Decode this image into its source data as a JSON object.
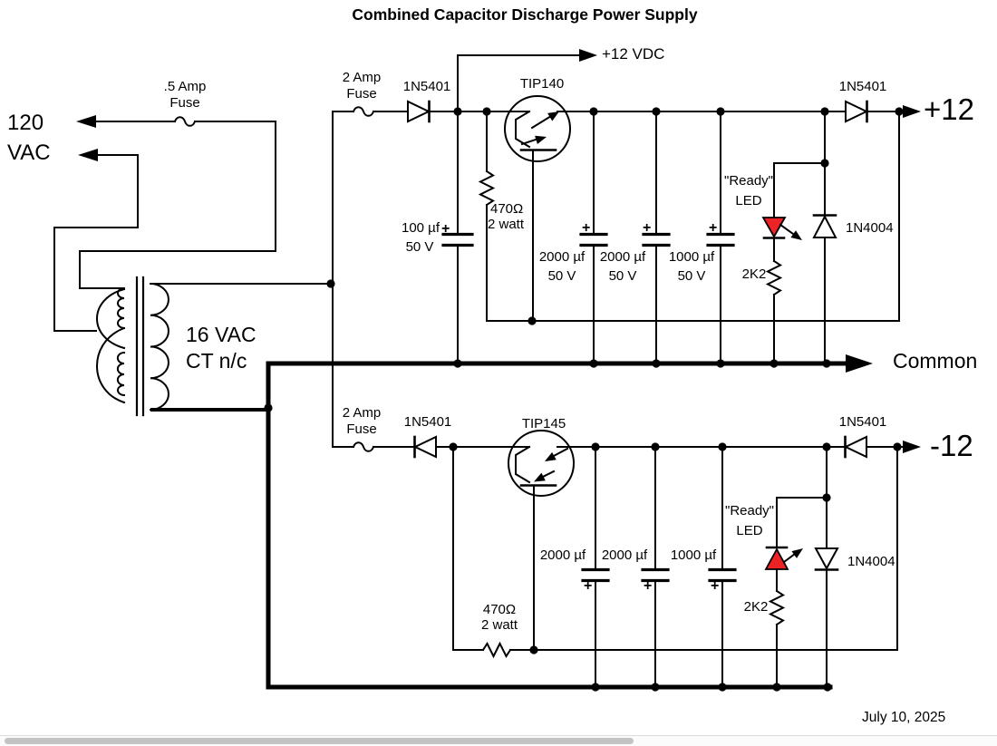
{
  "title": "Combined Capacitor Discharge Power Supply",
  "date": "July 10, 2025",
  "plus_mark": "+",
  "ac_input": {
    "line1": "120",
    "line2": "VAC"
  },
  "primary_fuse": {
    "rating": ".5 Amp",
    "label": "Fuse"
  },
  "transformer": {
    "secondary": "16 VAC",
    "center_tap": "CT n/c"
  },
  "common": {
    "label": "Common"
  },
  "positive": {
    "fuse": {
      "rating": "2 Amp",
      "label": "Fuse"
    },
    "rectifier_diode": "1N5401",
    "transistor": "TIP140",
    "dc_tap": "+12 VDC",
    "input_cap": {
      "value": "100 µf",
      "volts": "50 V"
    },
    "base_resistor": {
      "value": "470Ω",
      "power": "2 watt"
    },
    "cap1": {
      "value": "2000 µf",
      "volts": "50 V"
    },
    "cap2": {
      "value": "2000 µf",
      "volts": "50 V"
    },
    "cap3": {
      "value": "1000 µf",
      "volts": "50 V"
    },
    "ready": "\"Ready\"",
    "led": "LED",
    "led_resistor": "2K2",
    "clamp_diode": "1N4004",
    "output_diode": "1N5401",
    "output": "+12"
  },
  "negative": {
    "fuse": {
      "rating": "2 Amp",
      "label": "Fuse"
    },
    "rectifier_diode": "1N5401",
    "transistor": "TIP145",
    "base_resistor": {
      "value": "470Ω",
      "power": "2 watt"
    },
    "cap1": {
      "value": "2000 µf"
    },
    "cap2": {
      "value": "2000 µf"
    },
    "cap3": {
      "value": "1000 µf"
    },
    "ready": "\"Ready\"",
    "led": "LED",
    "led_resistor": "2K2",
    "clamp_diode": "1N4004",
    "output_diode": "1N5401",
    "output": "-12"
  },
  "colors": {
    "led_red": "#ed2224",
    "wire": "#000000"
  }
}
